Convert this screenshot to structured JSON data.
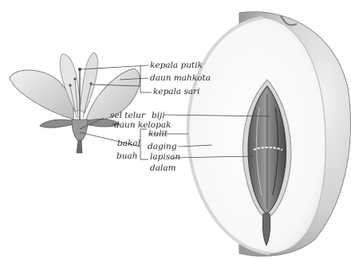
{
  "labels": {
    "kepala_putik": "kepala putik",
    "daun_mahkota": "daun mahkota",
    "kepala_sari": "kepala sari",
    "sel_telur": "sel telur",
    "biji": "biji",
    "daun_kelopak": "daun kelopak",
    "kulit": "kulit",
    "bakal": "bakal",
    "buah": "buah",
    "daging": "daging",
    "lapisan": "lapisan",
    "dalam": "dalam"
  }
}
